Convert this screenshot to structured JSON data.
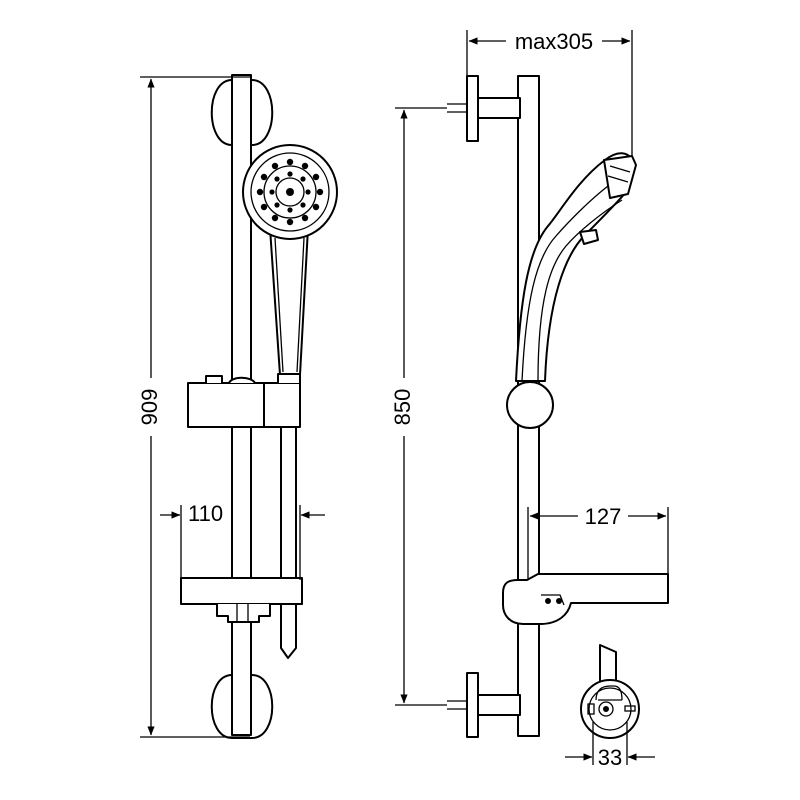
{
  "dimensions": {
    "overall_height": "909",
    "mounting_distance": "850",
    "max_projection": "max305",
    "front_slider_offset": "110",
    "side_shelf_depth": "127",
    "bracket_diameter": "33"
  },
  "colors": {
    "line": "#000000",
    "background": "#ffffff"
  }
}
